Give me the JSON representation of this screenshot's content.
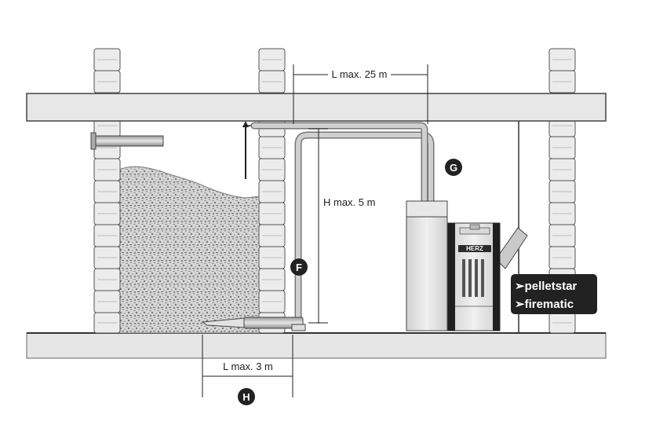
{
  "dimensions": {
    "top_length": "L max. 25 m",
    "height": "H max. 5 m",
    "bottom_length": "L max. 3 m"
  },
  "markers": {
    "g": "G",
    "f": "F",
    "h": "H"
  },
  "products": {
    "line1": "➢pelletstar",
    "line2": "➢firematic"
  },
  "boiler_logo": "HERZ",
  "colors": {
    "wall": "#e7e7e7",
    "outline": "#555555",
    "pipe": "#c8c8c8",
    "badge": "#222222"
  }
}
